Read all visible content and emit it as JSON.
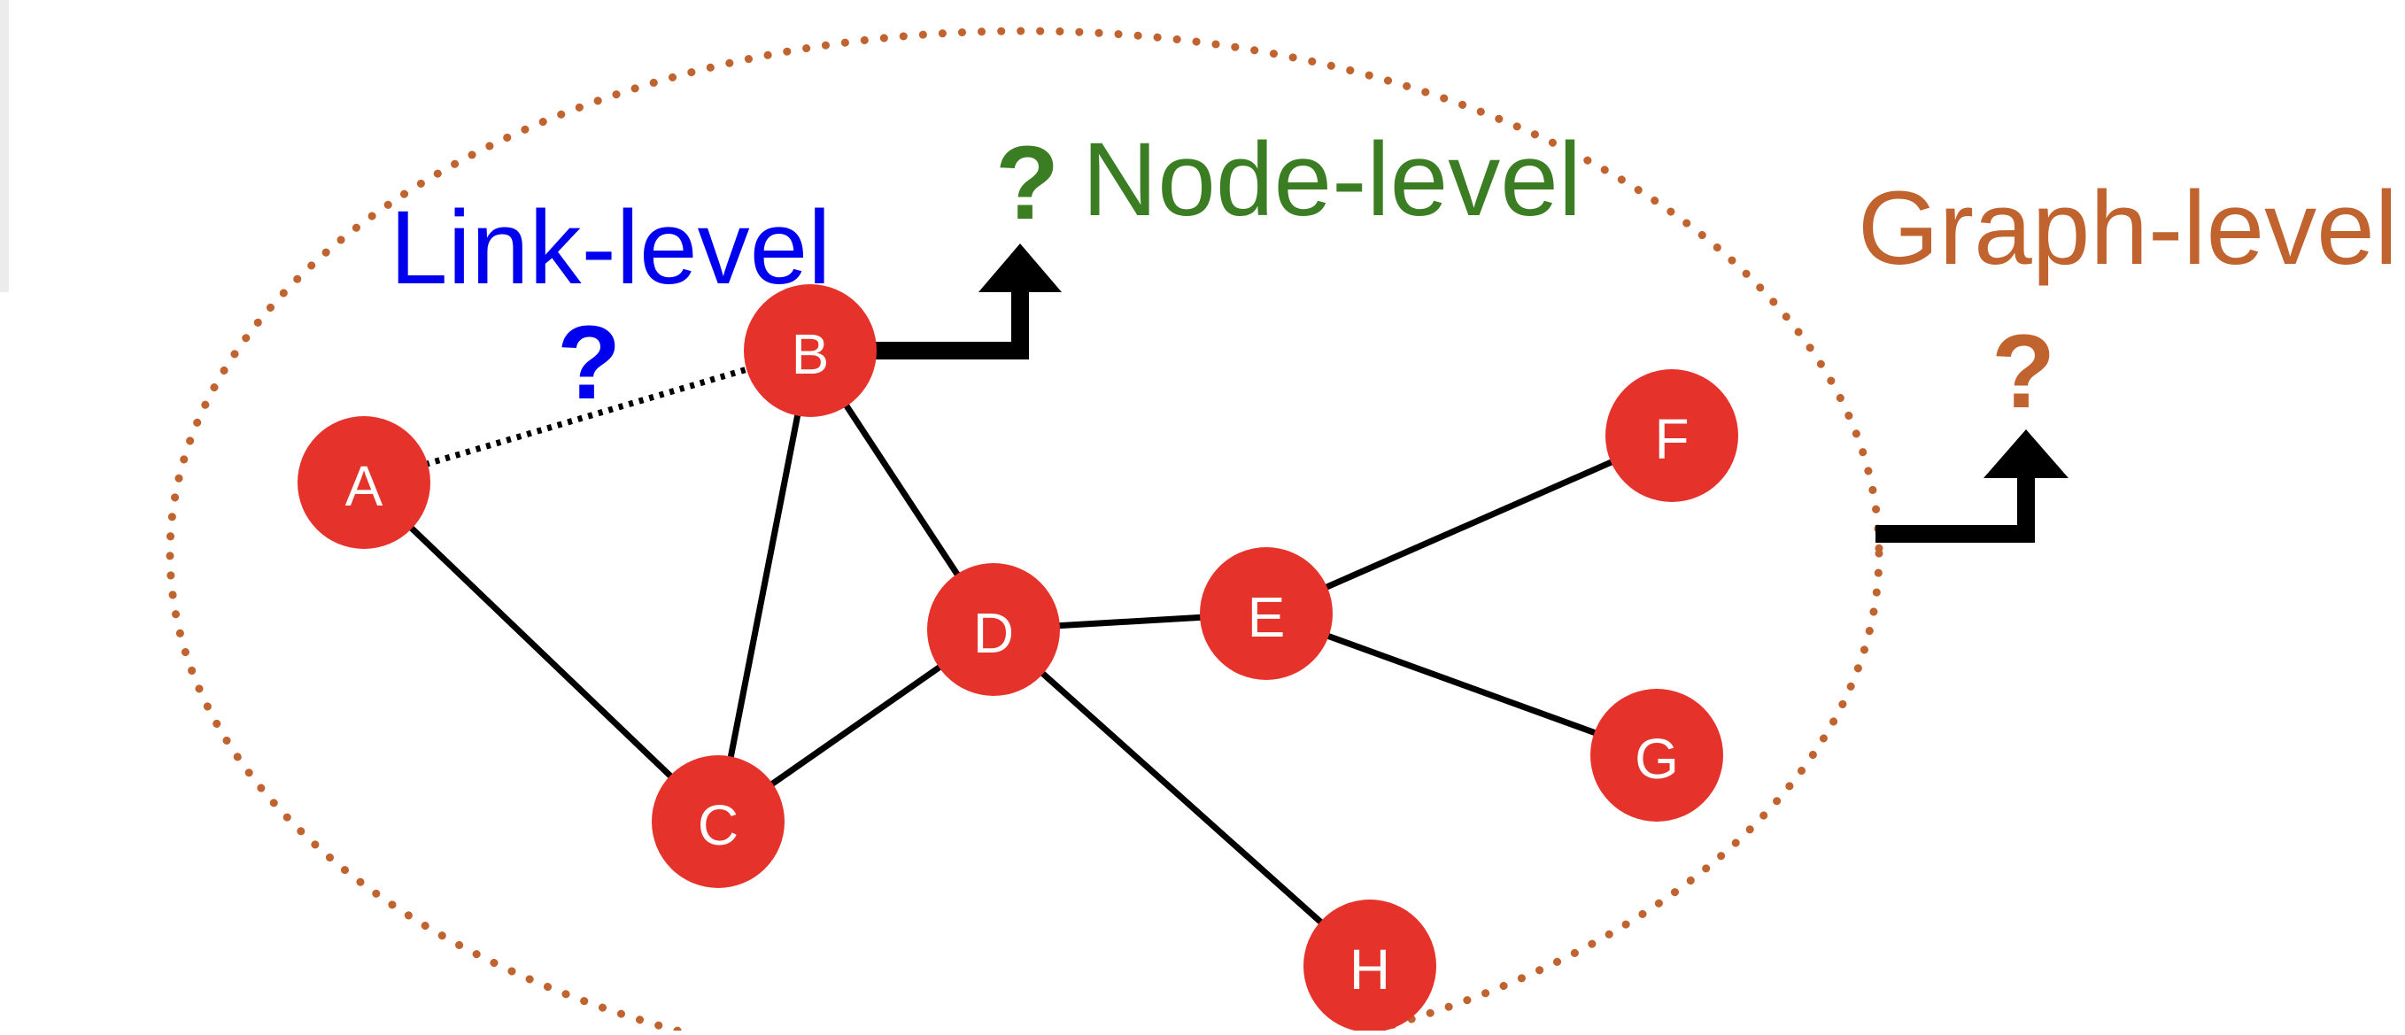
{
  "diagram": {
    "link_level": {
      "label": "Link-level",
      "question": "?",
      "color": "#0000ee"
    },
    "node_level": {
      "label": "Node-level",
      "question": "?",
      "color": "#3b7d23"
    },
    "graph_level": {
      "label": "Graph-level",
      "question": "?",
      "color": "#c0632f"
    },
    "node_color": "#e5322a",
    "nodes": [
      {
        "id": "A",
        "label": "A"
      },
      {
        "id": "B",
        "label": "B"
      },
      {
        "id": "C",
        "label": "C"
      },
      {
        "id": "D",
        "label": "D"
      },
      {
        "id": "E",
        "label": "E"
      },
      {
        "id": "F",
        "label": "F"
      },
      {
        "id": "G",
        "label": "G"
      },
      {
        "id": "H",
        "label": "H"
      }
    ],
    "edges": [
      {
        "from": "A",
        "to": "C",
        "style": "solid"
      },
      {
        "from": "B",
        "to": "C",
        "style": "solid"
      },
      {
        "from": "B",
        "to": "D",
        "style": "solid"
      },
      {
        "from": "C",
        "to": "D",
        "style": "solid"
      },
      {
        "from": "D",
        "to": "E",
        "style": "solid"
      },
      {
        "from": "D",
        "to": "H",
        "style": "solid"
      },
      {
        "from": "E",
        "to": "F",
        "style": "solid"
      },
      {
        "from": "E",
        "to": "G",
        "style": "solid"
      },
      {
        "from": "A",
        "to": "B",
        "style": "dotted"
      }
    ]
  }
}
